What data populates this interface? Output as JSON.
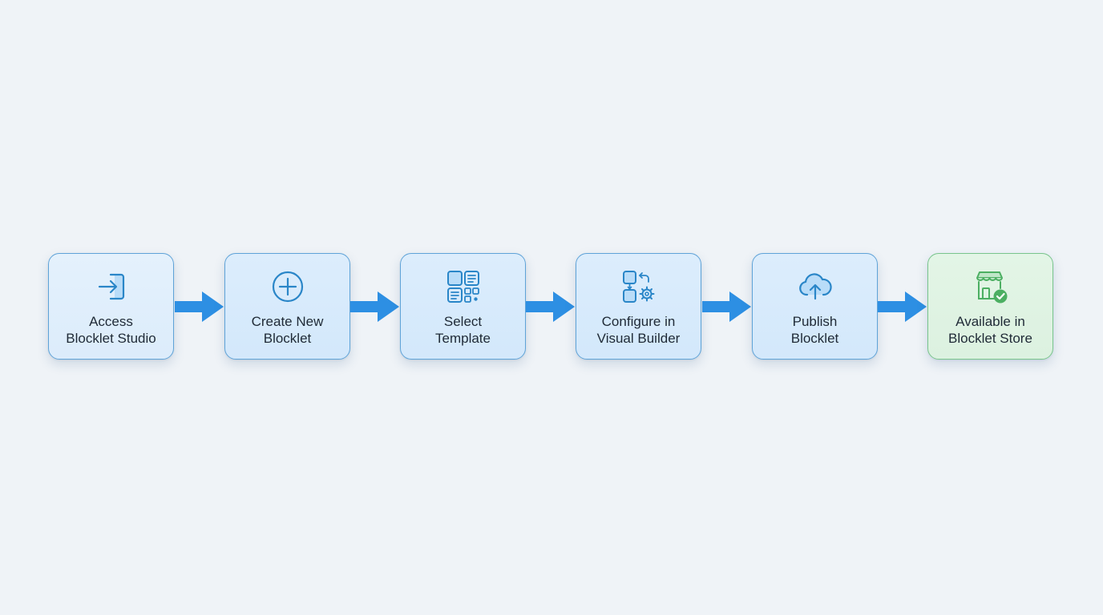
{
  "colors": {
    "background": "#eff3f7",
    "step_border": "#5fa3d8",
    "step_fill": "#d8ebfb",
    "final_border": "#79c58c",
    "final_fill": "#e0f3e3",
    "icon_blue": "#2a86c8",
    "icon_green": "#4caf62",
    "arrow": "#2d8fe3",
    "text": "#1f2a36"
  },
  "steps": [
    {
      "line1": "Access",
      "line2": "Blocklet Studio",
      "icon": "sign-in-icon"
    },
    {
      "line1": "Create New",
      "line2": "Blocklet",
      "icon": "plus-circle-icon"
    },
    {
      "line1": "Select",
      "line2": "Template",
      "icon": "template-grid-icon"
    },
    {
      "line1": "Configure in",
      "line2": "Visual Builder",
      "icon": "builder-config-icon"
    },
    {
      "line1": "Publish",
      "line2": "Blocklet",
      "icon": "cloud-upload-icon"
    },
    {
      "line1": "Available in",
      "line2": "Blocklet Store",
      "icon": "store-check-icon"
    }
  ]
}
